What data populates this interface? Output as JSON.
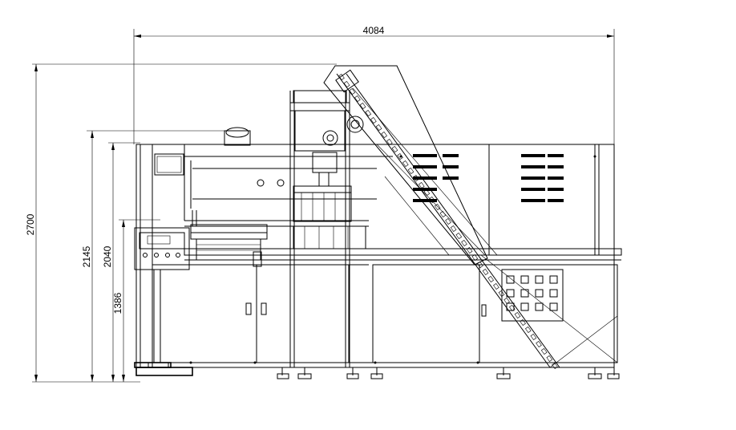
{
  "dimensions": {
    "overall_width": "4084",
    "overall_height": "2700",
    "height_2145": "2145",
    "height_2040": "2040",
    "height_1386": "1386"
  }
}
